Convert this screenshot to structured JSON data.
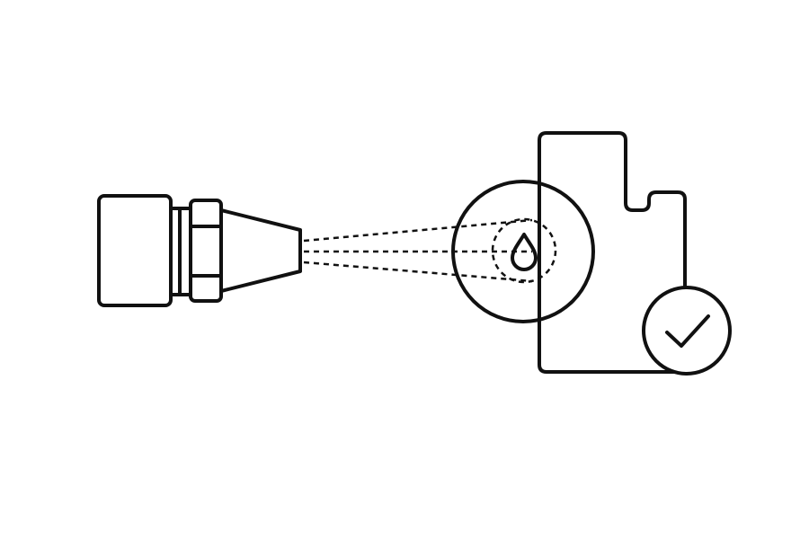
{
  "diagram": {
    "nodes": [
      {
        "id": "sensor",
        "icon": "spray-sensor-icon"
      },
      {
        "id": "part",
        "icon": "part-outline-icon"
      },
      {
        "id": "inspection",
        "icon": "magnifier-lens-icon"
      },
      {
        "id": "droplet",
        "icon": "water-drop-icon"
      },
      {
        "id": "status",
        "icon": "checkmark-circle-icon"
      }
    ],
    "edges": [
      {
        "from": "sensor",
        "to": "inspection",
        "style": "dashed",
        "count": 3
      }
    ]
  },
  "colors": {
    "stroke": "#111111",
    "background": "#ffffff"
  }
}
